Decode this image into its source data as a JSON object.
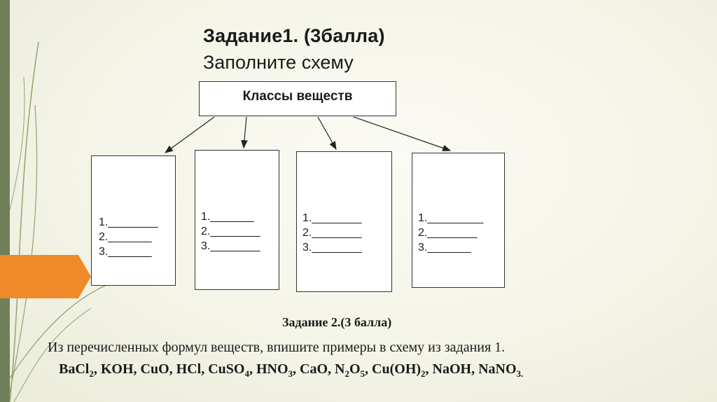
{
  "task1": {
    "title": "Задание1. (3балла)",
    "instruction": "Заполните схему",
    "root_label": "Классы веществ"
  },
  "boxes": [
    {
      "lines": [
        "1.________",
        "2._______",
        "3._______"
      ]
    },
    {
      "lines": [
        "1._______",
        "2.________",
        "3.________"
      ]
    },
    {
      "lines": [
        "1.________",
        "2.________",
        "3.________"
      ]
    },
    {
      "lines": [
        "1._________",
        "2.________",
        "3._______"
      ]
    }
  ],
  "task2": {
    "title": "Задание 2.(3 балла)",
    "instruction": "Из перечисленных формул веществ, впишите примеры в схему из задания 1.",
    "formulas": [
      "BaCl",
      "2",
      ", KOH, CuO, HCl, CuSO",
      "4",
      ",  HNO",
      "3",
      ", CaO, N",
      "2",
      "O",
      "5",
      ", Cu(OH)",
      "2",
      ", NaOH, NaNO",
      "3",
      "."
    ]
  },
  "colors": {
    "accent_orange": "#ee8a2a",
    "strip_green": "#6f7f5a",
    "deco_green": "#93a26d"
  }
}
